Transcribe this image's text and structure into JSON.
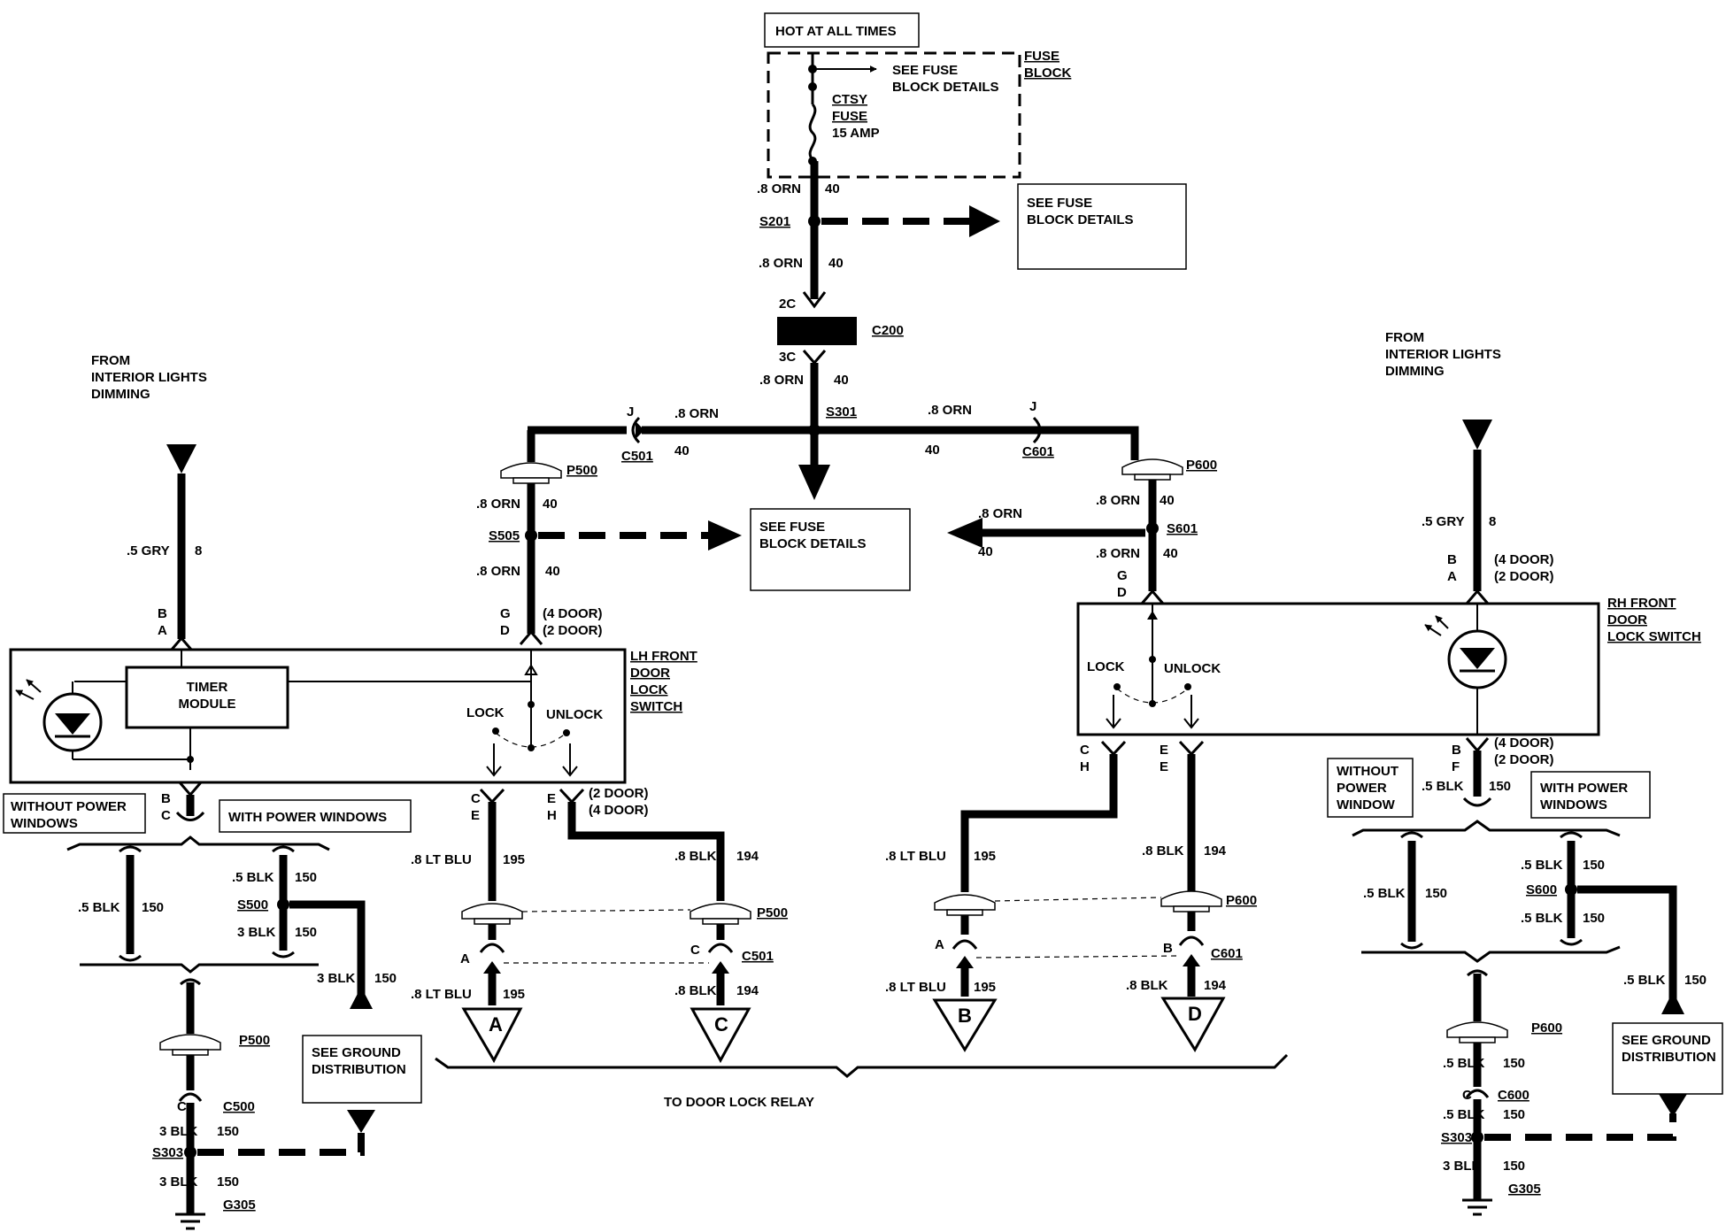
{
  "top": {
    "hot": "HOT AT ALL TIMES",
    "fuse_block": [
      "FUSE",
      "BLOCK"
    ],
    "see_fuse_1": [
      "SEE FUSE",
      "BLOCK DETAILS"
    ],
    "ctsy_fuse": [
      "CTSY",
      "FUSE",
      "15 AMP"
    ],
    "orn": ".8 ORN",
    "c40": "40",
    "s201": "S201",
    "see_fuse_2": [
      "SEE FUSE",
      "BLOCK DETAILS"
    ],
    "c200": "C200",
    "pin2c": "2C",
    "pin3c": "3C",
    "s301": "S301",
    "see_fuse_center": [
      "SEE FUSE",
      "BLOCK DETAILS"
    ]
  },
  "left": {
    "from": [
      "FROM",
      "INTERIOR LIGHTS",
      "DIMMING"
    ],
    "gry": ".5 GRY",
    "c8": "8",
    "pin_b": "B",
    "pin_a": "A",
    "c501": "C501",
    "pin_j": "J",
    "p500": "P500",
    "s505": "S505",
    "pin_g": "G",
    "pin_d": "D",
    "four_door": "(4 DOOR)",
    "two_door": "(2 DOOR)",
    "switch_name": [
      "LH FRONT",
      "DOOR",
      "LOCK",
      "SWITCH"
    ],
    "timer": [
      "TIMER",
      "MODULE"
    ],
    "lock": "LOCK",
    "unlock": "UNLOCK",
    "without_pw": [
      "WITHOUT POWER",
      "WINDOWS"
    ],
    "with_pw": "WITH POWER WINDOWS",
    "pin_c": "C",
    "blk5": ".5 BLK",
    "blk3": "3 BLK",
    "c150": "150",
    "s500": "S500",
    "c500": "C500",
    "s303": "S303",
    "g305": "G305",
    "see_ground": [
      "SEE GROUND",
      "DISTRIBUTION"
    ],
    "pin_e": "E",
    "pin_h": "H",
    "ltblu": ".8 LT BLU",
    "c195": "195",
    "blk8": ".8 BLK",
    "c194": "194",
    "conn_a": "A",
    "conn_c": "C"
  },
  "right": {
    "from": [
      "FROM",
      "INTERIOR LIGHTS",
      "DIMMING"
    ],
    "c601": "C601",
    "p600": "P600",
    "s601": "S601",
    "switch_name": [
      "RH FRONT",
      "DOOR",
      "LOCK SWITCH"
    ],
    "pin_f": "F",
    "without_pw": [
      "WITHOUT",
      "POWER",
      "WINDOW"
    ],
    "with_pw": [
      "WITH POWER",
      "WINDOWS"
    ],
    "s600": "S600",
    "c600": "C600",
    "conn_b": "B",
    "conn_d": "D"
  },
  "bottom": {
    "relay": "TO DOOR LOCK RELAY"
  }
}
